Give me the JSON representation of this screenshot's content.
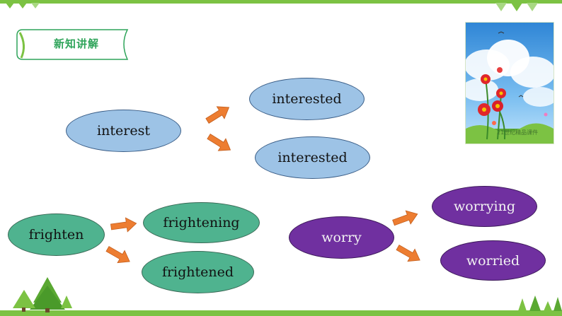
{
  "section_tag": {
    "label": "新知讲解"
  },
  "nodes": {
    "interest": "interest",
    "interested_1": "interested",
    "interested_2": "interested",
    "frighten": "frighten",
    "frightening": "frightening",
    "frightened": "frightened",
    "worry": "worry",
    "worrying": "worrying",
    "worried": "worried"
  },
  "picture": {
    "watermark": "21世纪精品课件"
  },
  "colors": {
    "accent_green": "#7cc243",
    "tag_text": "#2fa45a",
    "blue_oval": "#9dc3e6",
    "teal_oval": "#4fb38f",
    "purple_oval": "#7030a0",
    "arrow": "#ed7d31"
  }
}
